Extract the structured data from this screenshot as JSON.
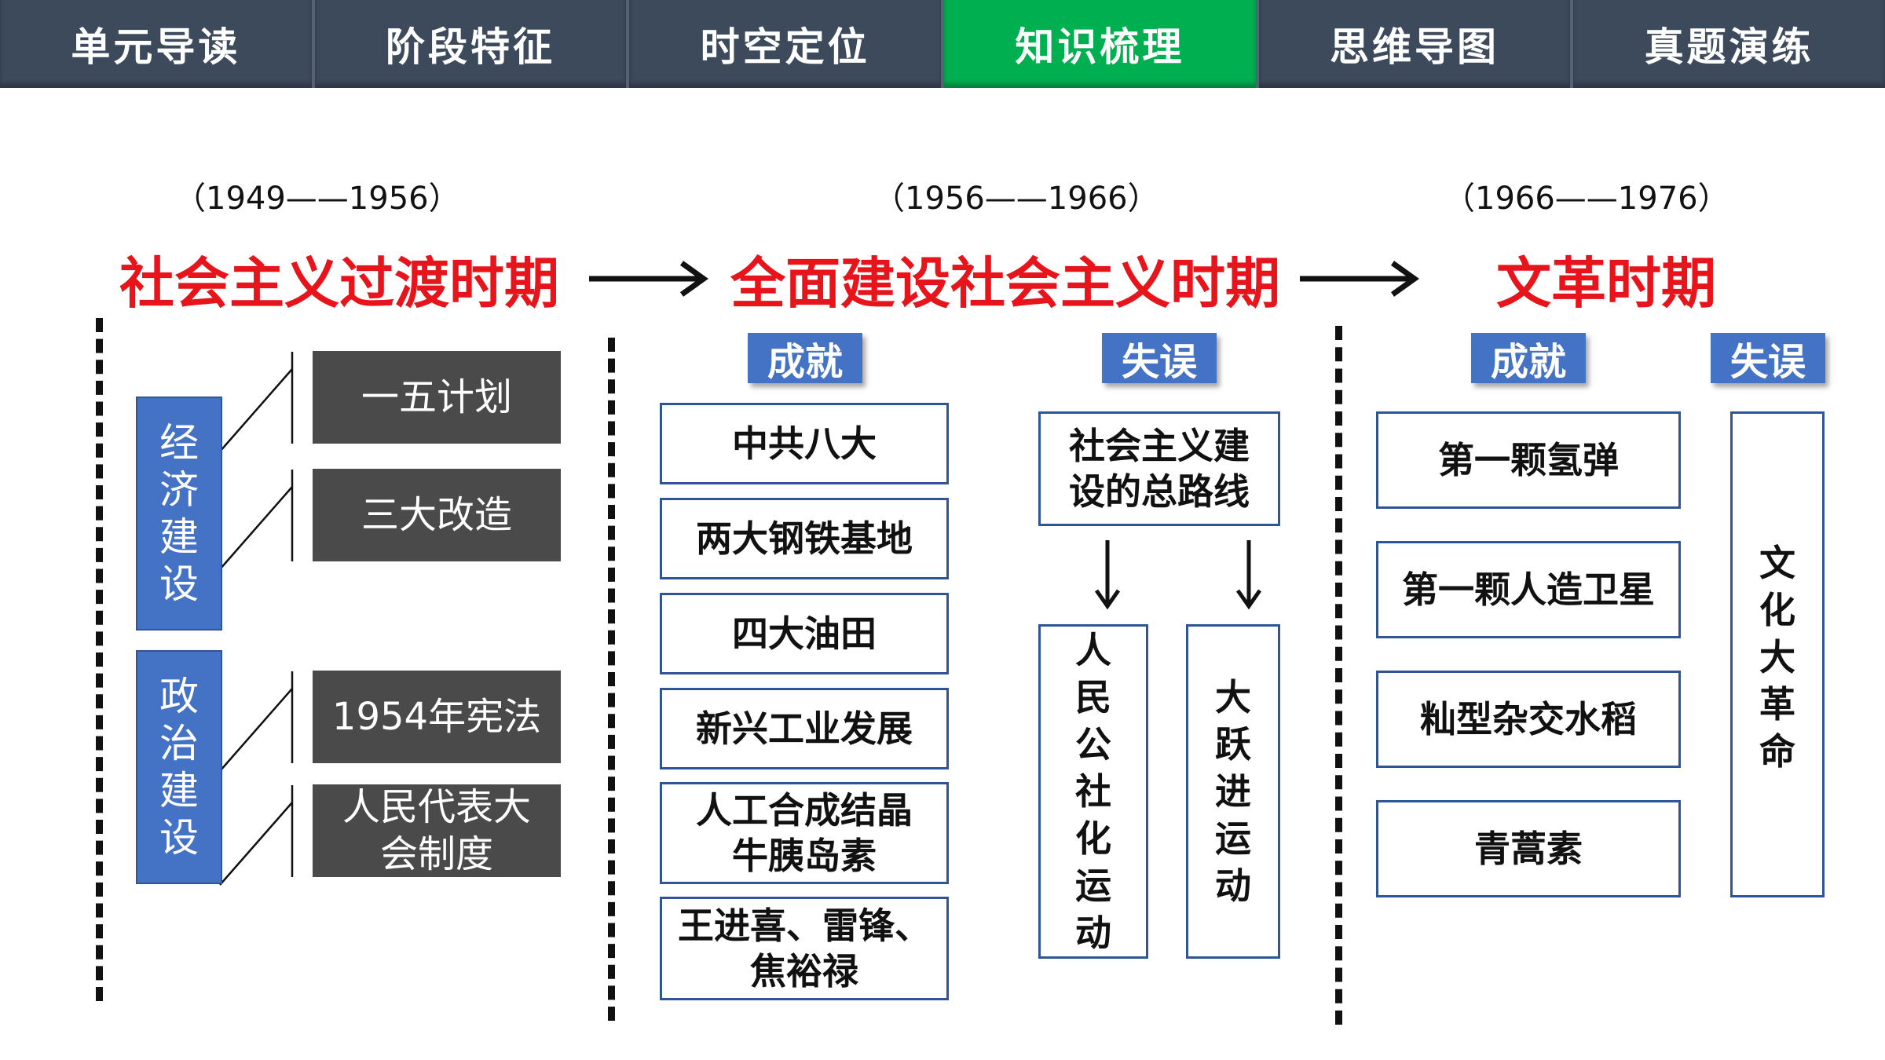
{
  "nav": {
    "tabs": [
      {
        "label": "单元导读",
        "active": false
      },
      {
        "label": "阶段特征",
        "active": false
      },
      {
        "label": "时空定位",
        "active": false
      },
      {
        "label": "知识梳理",
        "active": true
      },
      {
        "label": "思维导图",
        "active": false
      },
      {
        "label": "真题演练",
        "active": false
      }
    ]
  },
  "periods": [
    {
      "years": "（1949——1956）",
      "title": "社会主义过渡时期"
    },
    {
      "years": "（1956——1966）",
      "title": "全面建设社会主义时期"
    },
    {
      "years": "（1966——1976）",
      "title": "文革时期"
    }
  ],
  "period1": {
    "economic": {
      "label": "经济建设",
      "items": [
        "一五计划",
        "三大改造"
      ]
    },
    "political": {
      "label": "政治建设",
      "items": [
        "1954年宪法",
        "人民代表大会制度"
      ]
    }
  },
  "period2": {
    "achievements_label": "成就",
    "achievements": [
      "中共八大",
      "两大钢铁基地",
      "四大油田",
      "新兴工业发展",
      "人工合成结晶牛胰岛素",
      "王进喜、雷锋、焦裕禄"
    ],
    "mistakes_label": "失误",
    "mistakes_root": "社会主义建设的总路线",
    "mistakes": [
      "人民公社化运动",
      "大跃进运动"
    ]
  },
  "period3": {
    "achievements_label": "成就",
    "achievements": [
      "第一颗氢弹",
      "第一颗人造卫星",
      "籼型杂交水稻",
      "青蒿素"
    ],
    "mistakes_label": "失误",
    "mistakes": [
      "文化大革命"
    ]
  },
  "colors": {
    "nav_bg": "#3d4a5c",
    "nav_active": "#00b050",
    "title_red": "#e8141b",
    "blue": "#4472c4",
    "dark_box": "#4a4a4a"
  }
}
